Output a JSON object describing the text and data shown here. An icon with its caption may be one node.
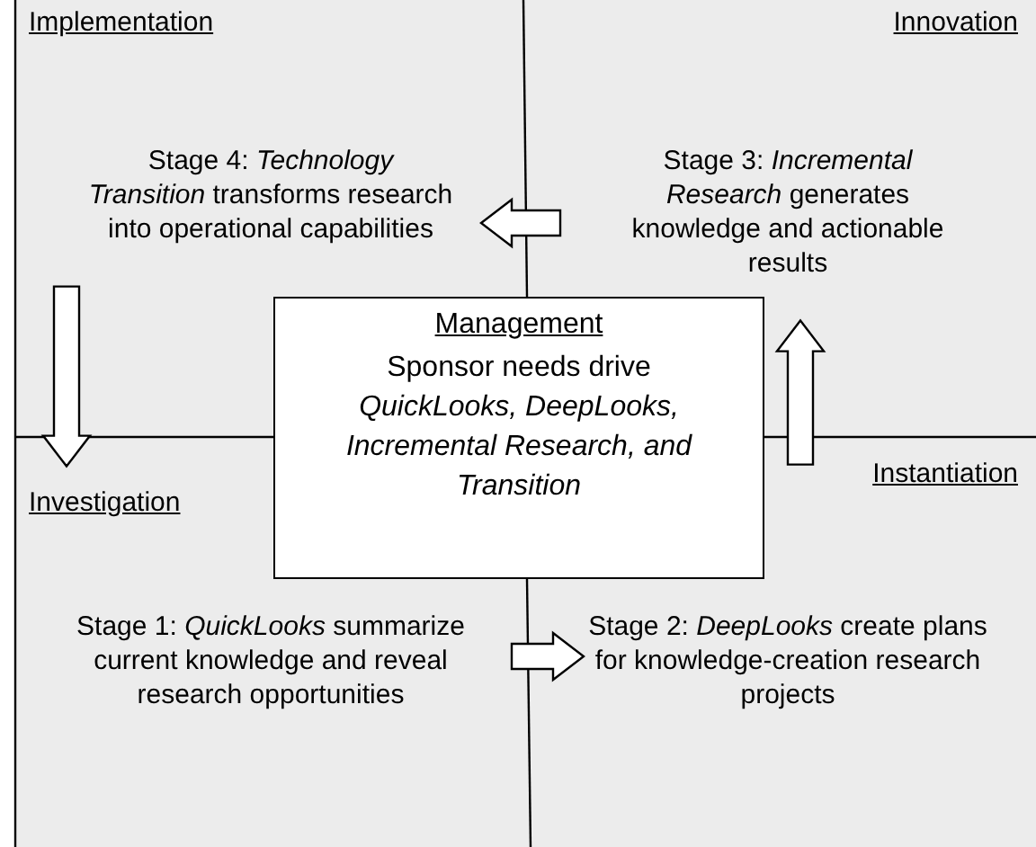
{
  "diagram": {
    "nodes": [
      {
        "text": [
          "Implementation",
          "Stage 4: *Technology Transition* transforms research into operational capabilities"
        ]
      },
      {
        "text": [
          "Innovation",
          "Stage 3: *Incremental Research* generates knowledge and actionable results"
        ]
      },
      {
        "text": [
          "Investigation",
          "Stage 1: *QuickLooks* summarize current knowledge and reveal research opportunities"
        ]
      },
      {
        "text": [
          "Instantiation",
          "Stage 2: *DeepLooks* create plans for knowledge-creation research projects"
        ]
      },
      {
        "text": [
          "Management",
          "Sponsor needs drive *QuickLooks, DeepLooks, Incremental Research, and Transition*"
        ]
      }
    ],
    "edges": [
      {
        "from": 2,
        "to": 3,
        "arrow": "to"
      },
      {
        "from": 3,
        "to": 1,
        "arrow": "to"
      },
      {
        "from": 1,
        "to": 0,
        "arrow": "to"
      },
      {
        "from": 0,
        "to": 2,
        "arrow": "to"
      }
    ]
  }
}
